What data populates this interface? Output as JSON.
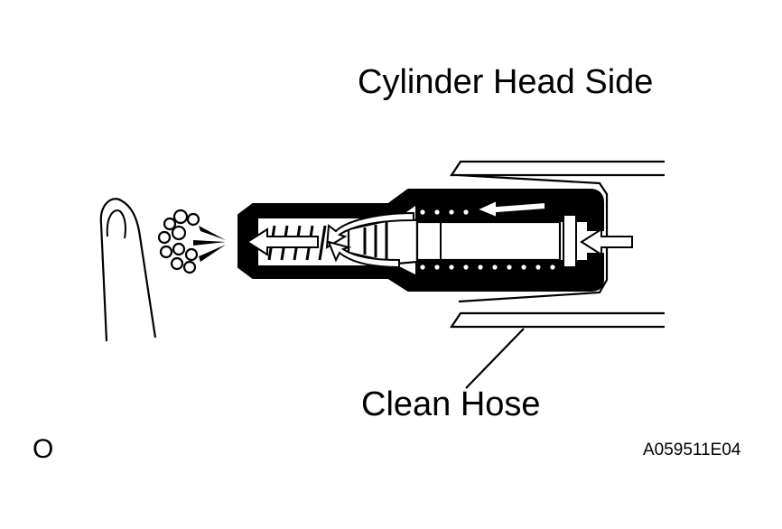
{
  "labels": {
    "top": "Cylinder Head Side",
    "bottom": "Clean Hose",
    "mark": "O",
    "figure_code": "A059511E04"
  },
  "colors": {
    "line": "#000000",
    "background": "#ffffff"
  }
}
